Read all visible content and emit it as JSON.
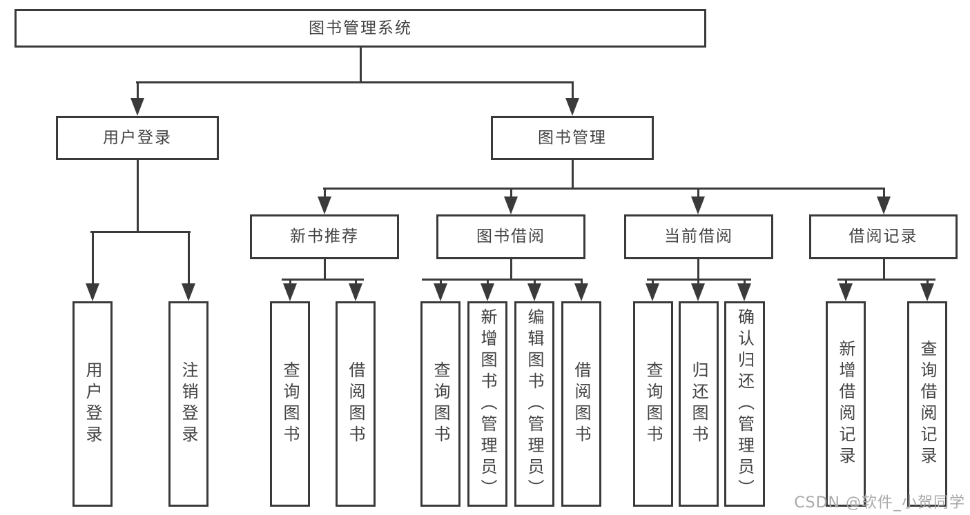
{
  "title": "图书管理系统",
  "nodes": {
    "library-management-system": "图书管理系统",
    "user-login": "用户登录",
    "book-management": "图书管理",
    "new-book-recommend": "新书推荐",
    "book-borrow": "图书借阅",
    "current-borrow": "当前借阅",
    "borrow-records": "借阅记录",
    "user-login-leaf": "用户登录",
    "logout-leaf": "注销登录",
    "nbr-query-book": "查询图书",
    "nbr-borrow-book": "借阅图书",
    "bb-query-book": "查询图书",
    "bb-add-book": "新增图书（管理员）",
    "bb-edit-book": "编辑图书（管理员）",
    "bb-borrow-book": "借阅图书",
    "cb-query-book": "查询图书",
    "cb-return-book": "归还图书",
    "cb-confirm-return": "确认归还（管理员）",
    "br-add-record": "新增借阅记录",
    "br-query-record": "查询借阅记录"
  },
  "hierarchy": {
    "library-management-system": [
      "user-login",
      "book-management"
    ],
    "user-login": [
      "user-login-leaf",
      "logout-leaf"
    ],
    "book-management": [
      "new-book-recommend",
      "book-borrow",
      "current-borrow",
      "borrow-records"
    ],
    "new-book-recommend": [
      "nbr-query-book",
      "nbr-borrow-book"
    ],
    "book-borrow": [
      "bb-query-book",
      "bb-add-book",
      "bb-edit-book",
      "bb-borrow-book"
    ],
    "current-borrow": [
      "cb-query-book",
      "cb-return-book",
      "cb-confirm-return"
    ],
    "borrow-records": [
      "br-add-record",
      "br-query-record"
    ]
  },
  "watermark": "CSDN @软件_小贺同学",
  "colors": {
    "line": "#3a3a3a",
    "text": "#424242",
    "watermark": "#a9a9a9",
    "background": "#ffffff"
  }
}
